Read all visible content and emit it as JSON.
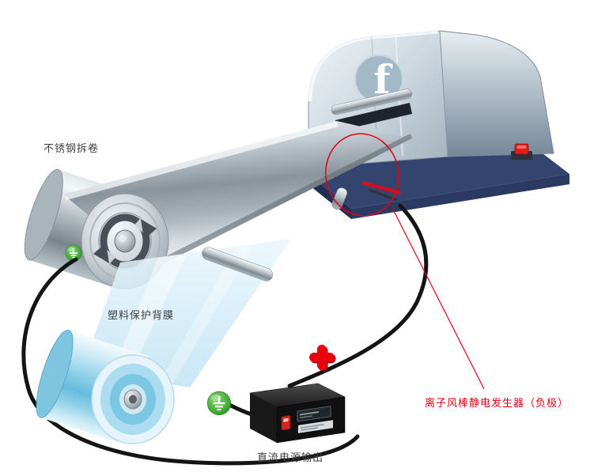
{
  "labels": {
    "steel_unwind": "不锈钢拆卷",
    "plastic_film": "塑料保护背膜",
    "dc_power_output": "直流电源输出",
    "ion_bar": "离子风棒静电发生器（负极）"
  },
  "machine": {
    "logo": "f"
  },
  "icons": {
    "ground": "earth-ground-icon",
    "plus": "positive-polarity-icon",
    "rotation": "rotation-arrows-icon",
    "emergency_stop": "emergency-stop-button"
  },
  "colors": {
    "annotation_red": "#e60012",
    "ground_green": "#3aa52e",
    "base_navy": "#33456e",
    "film_blue": "#cfeaf7",
    "roll_blue": "#7cc8e4",
    "cable_black": "#141414",
    "label_dark": "#3d3d3d"
  }
}
